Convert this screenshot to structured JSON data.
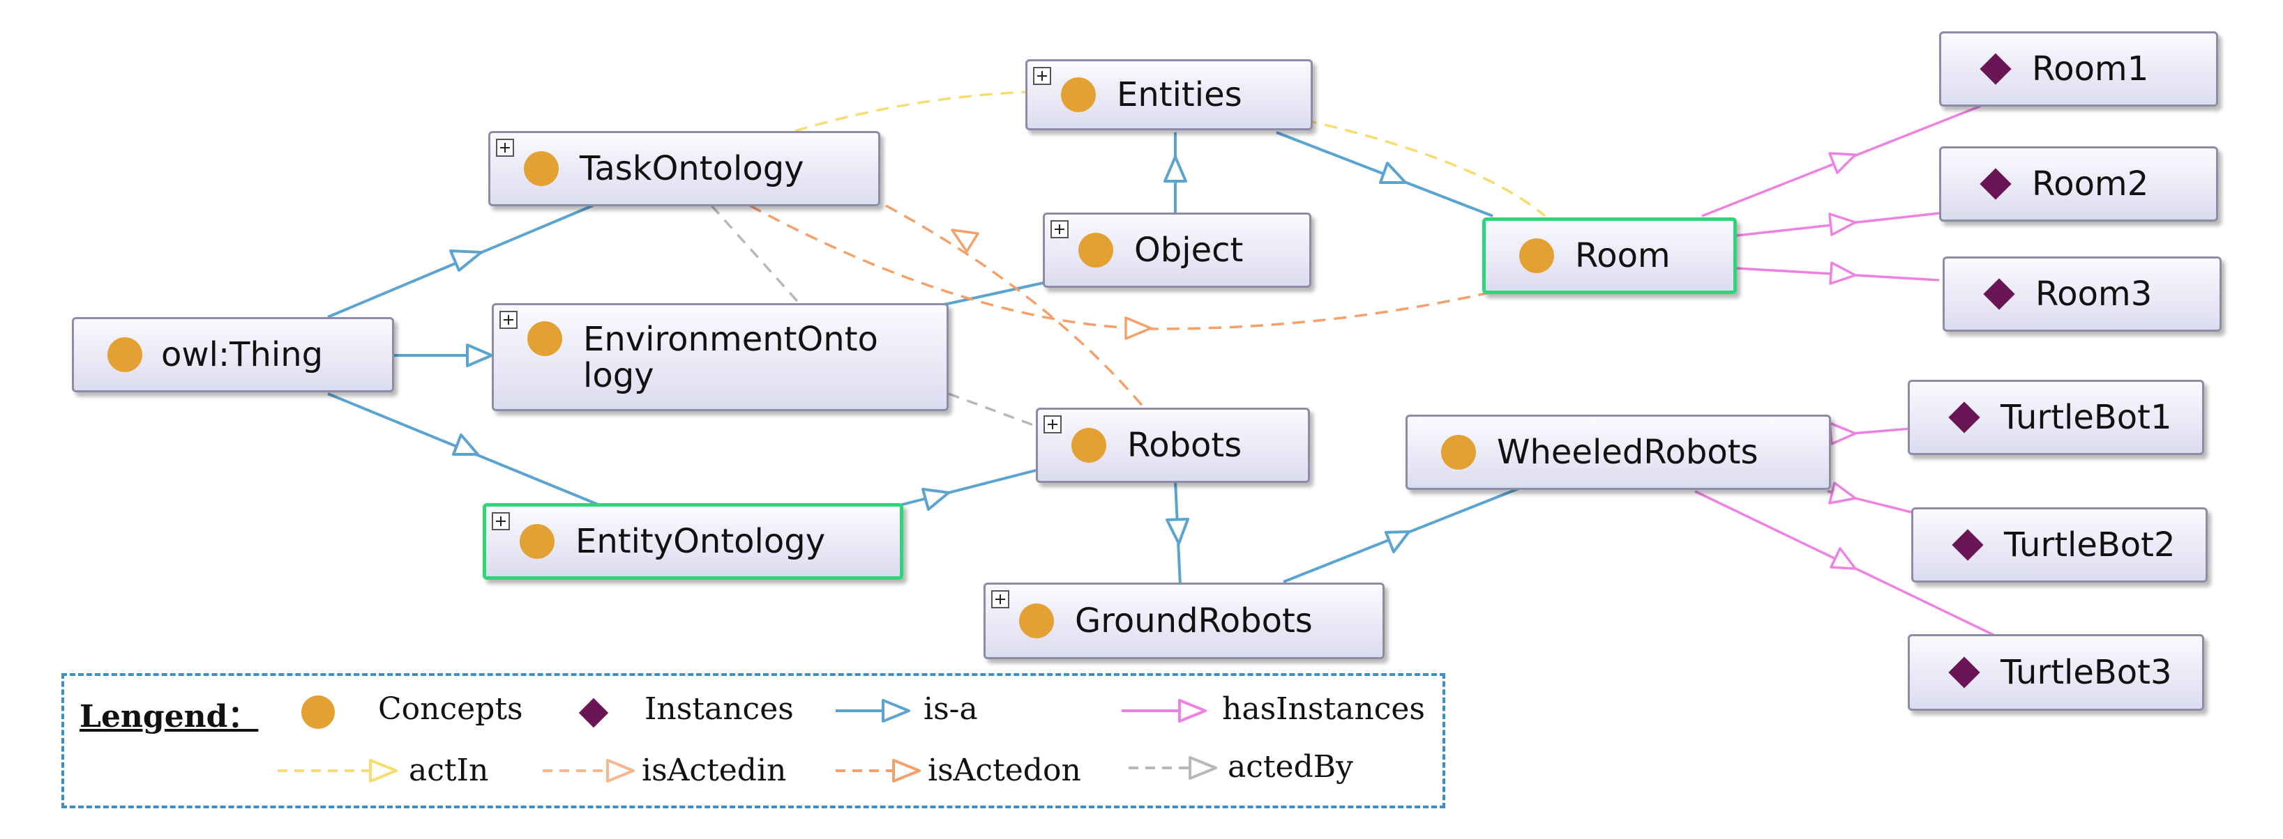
{
  "nodes": {
    "entities": "Entities",
    "task_ontology": "TaskOntology",
    "object": "Object",
    "room": "Room",
    "owl_thing": "owl:Thing",
    "environment_ontology": "EnvironmentOnto logy",
    "robots": "Robots",
    "wheeled_robots": "WheeledRobots",
    "entity_ontology": "EntityOntology",
    "ground_robots": "GroundRobots"
  },
  "instances": {
    "room1": "Room1",
    "room2": "Room2",
    "room3": "Room3",
    "turtlebot1": "TurtleBot1",
    "turtlebot2": "TurtleBot2",
    "turtlebot3": "TurtleBot3"
  },
  "legend": {
    "title": "Lengend：",
    "concepts": "Concepts",
    "instances": "Instances",
    "is_a": "is-a",
    "has_instances": "hasInstances",
    "act_in": "actIn",
    "is_acted_in": "isActedin",
    "is_acted_on": "isActedon",
    "acted_by": "actedBy"
  },
  "colors": {
    "concept": "#e3a134",
    "instance": "#6a1555",
    "is_a": "#5ba4d0",
    "has_instances": "#ee82e0",
    "act_in": "#f7dc6f",
    "is_acted_in": "#f6b88c",
    "is_acted_on": "#f4a06a",
    "acted_by": "#b8b8b8",
    "selected_border": "#2ed67a",
    "legend_border": "#3b8fc4"
  }
}
